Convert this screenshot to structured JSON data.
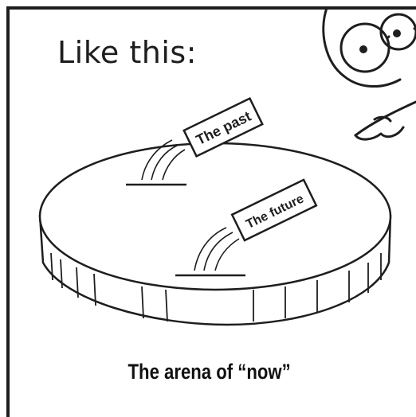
{
  "panel": {
    "heading": "Like this:",
    "caption": "The arena of “now”",
    "card_past_label": "The past",
    "card_future_label": "The future"
  },
  "colors": {
    "ink": "#1e1e1e",
    "paper": "#ffffff"
  },
  "icons": {
    "character": "cartoon-character-with-glasses",
    "arena": "round-arena-platform"
  }
}
